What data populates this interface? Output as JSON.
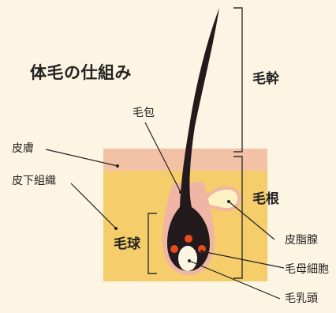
{
  "title": "体毛の仕組み",
  "labels": {
    "hair_follicle": "毛包",
    "epidermis": "皮膚",
    "dermis": "皮下組織",
    "hair_bulb": "毛球",
    "hair_shaft": "毛幹",
    "hair_root": "毛根",
    "sebaceous_gland": "皮脂腺",
    "hair_matrix_cell": "毛母細胞",
    "dermal_papilla": "毛乳頭"
  },
  "colors": {
    "background": "#fdf5e3",
    "epidermis": "#f3c1a5",
    "dermis": "#f5cd6b",
    "follicle_sheath": "#f0b5a5",
    "hair": "#231a1c",
    "matrix_dots": "#e84a1e",
    "papilla": "#fdf5e3",
    "gland": "#fdf2c2",
    "text": "#222222"
  }
}
